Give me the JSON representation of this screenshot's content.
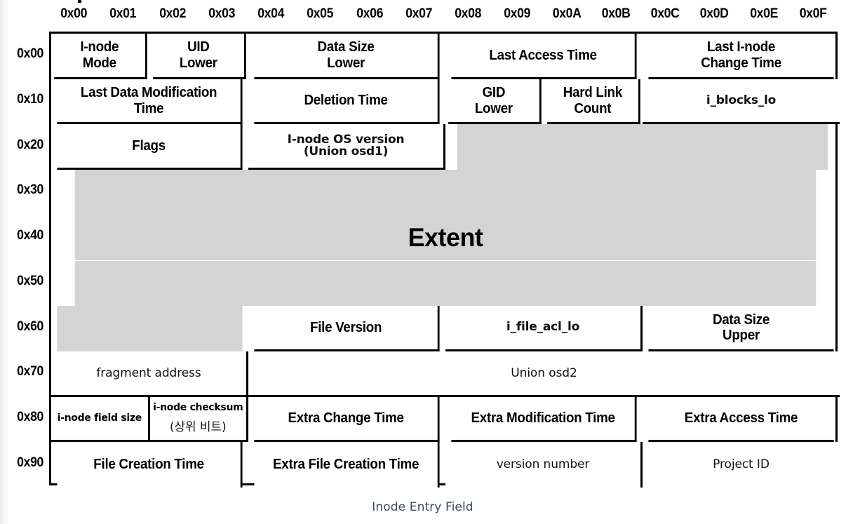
{
  "diagram": {
    "caption": "Inode Entry Field",
    "column_headers": [
      "0x00",
      "0x01",
      "0x02",
      "0x03",
      "0x04",
      "0x05",
      "0x06",
      "0x07",
      "0x08",
      "0x09",
      "0x0A",
      "0x0B",
      "0x0C",
      "0x0D",
      "0x0E",
      "0x0F"
    ],
    "row_labels": [
      "0x00",
      "0x10",
      "0x20",
      "0x30",
      "0x40",
      "0x50",
      "0x60",
      "0x70",
      "0x80",
      "0x90"
    ],
    "colors": {
      "border": "#000000",
      "cell_background": "#ffffff",
      "extent_fill": "#d4d4d4",
      "caption_text": "#3f4d60",
      "text": "#000000"
    },
    "extent_label": "Extent",
    "rows": [
      {
        "offset": "0x00",
        "cells": [
          {
            "label_line1": "I-node",
            "label_line2": "Mode",
            "start": 0,
            "span": 2,
            "style": "heavy"
          },
          {
            "label_line1": "UID",
            "label_line2": "Lower",
            "start": 2,
            "span": 2,
            "style": "heavy"
          },
          {
            "label_line1": "Data Size",
            "label_line2": "Lower",
            "start": 4,
            "span": 4,
            "style": "heavy"
          },
          {
            "label_line1": "Last Access Time",
            "label_line2": "",
            "start": 8,
            "span": 4,
            "style": "heavy"
          },
          {
            "label_line1": "Last I-node",
            "label_line2": "Change Time",
            "start": 12,
            "span": 4,
            "style": "heavy"
          }
        ]
      },
      {
        "offset": "0x10",
        "cells": [
          {
            "label_line1": "Last Data Modification",
            "label_line2": "Time",
            "start": 0,
            "span": 4,
            "style": "heavy"
          },
          {
            "label_line1": "Deletion Time",
            "label_line2": "",
            "start": 4,
            "span": 4,
            "style": "heavy"
          },
          {
            "label_line1": "GID",
            "label_line2": "Lower",
            "start": 8,
            "span": 2,
            "style": "heavy"
          },
          {
            "label_line1": "Hard Link",
            "label_line2": "Count",
            "start": 10,
            "span": 2,
            "style": "heavy"
          },
          {
            "label_line1": "i_blocks_lo",
            "label_line2": "",
            "start": 12,
            "span": 4,
            "style": "light"
          }
        ]
      },
      {
        "offset": "0x20",
        "cells": [
          {
            "label_line1": "Flags",
            "label_line2": "",
            "start": 0,
            "span": 4,
            "style": "heavy"
          },
          {
            "label_line1": "I-node OS version",
            "label_line2": "(Union osd1)",
            "start": 4,
            "span": 4,
            "style": "light-tight"
          },
          {
            "label_line1": "",
            "label_line2": "",
            "start": 8,
            "span": 8,
            "style": "extent"
          }
        ]
      },
      {
        "offset": "0x30",
        "cells": [
          {
            "label_line1": "",
            "label_line2": "",
            "start": 0,
            "span": 16,
            "style": "extent"
          }
        ]
      },
      {
        "offset": "0x40",
        "cells": [
          {
            "label_line1": "",
            "label_line2": "",
            "start": 0,
            "span": 16,
            "style": "extent"
          }
        ]
      },
      {
        "offset": "0x50",
        "cells": [
          {
            "label_line1": "",
            "label_line2": "",
            "start": 0,
            "span": 16,
            "style": "extent"
          }
        ]
      },
      {
        "offset": "0x60",
        "cells": [
          {
            "label_line1": "",
            "label_line2": "",
            "start": 0,
            "span": 4,
            "style": "extent"
          },
          {
            "label_line1": "File Version",
            "label_line2": "",
            "start": 4,
            "span": 4,
            "style": "heavy"
          },
          {
            "label_line1": "i_file_acl_lo",
            "label_line2": "",
            "start": 8,
            "span": 4,
            "style": "light"
          },
          {
            "label_line1": "Data Size",
            "label_line2": "Upper",
            "start": 12,
            "span": 4,
            "style": "heavy"
          }
        ]
      },
      {
        "offset": "0x70",
        "cells": [
          {
            "label_line1": "fragment address",
            "label_line2": "",
            "start": 0,
            "span": 4,
            "style": "light-reg"
          },
          {
            "label_line1": "Union osd2",
            "label_line2": "",
            "start": 4,
            "span": 12,
            "style": "light-reg"
          }
        ]
      },
      {
        "offset": "0x80",
        "cells": [
          {
            "label_line1": "i-node field size",
            "label_line2": "",
            "start": 0,
            "span": 2,
            "style": "small-bold"
          },
          {
            "label_line1": "i-node checksum",
            "label_line2": "(상위 비트)",
            "start": 2,
            "span": 2,
            "style": "small-bold-sub"
          },
          {
            "label_line1": "Extra Change Time",
            "label_line2": "",
            "start": 4,
            "span": 4,
            "style": "heavy"
          },
          {
            "label_line1": "Extra Modification Time",
            "label_line2": "",
            "start": 8,
            "span": 4,
            "style": "heavy"
          },
          {
            "label_line1": "Extra Access Time",
            "label_line2": "",
            "start": 12,
            "span": 4,
            "style": "heavy"
          }
        ]
      },
      {
        "offset": "0x90",
        "cells": [
          {
            "label_line1": "File Creation Time",
            "label_line2": "",
            "start": 0,
            "span": 4,
            "style": "heavy"
          },
          {
            "label_line1": "Extra File Creation Time",
            "label_line2": "",
            "start": 4,
            "span": 4,
            "style": "heavy"
          },
          {
            "label_line1": "version number",
            "label_line2": "",
            "start": 8,
            "span": 4,
            "style": "light-reg"
          },
          {
            "label_line1": "Project ID",
            "label_line2": "",
            "start": 12,
            "span": 4,
            "style": "light-reg"
          }
        ]
      }
    ]
  }
}
